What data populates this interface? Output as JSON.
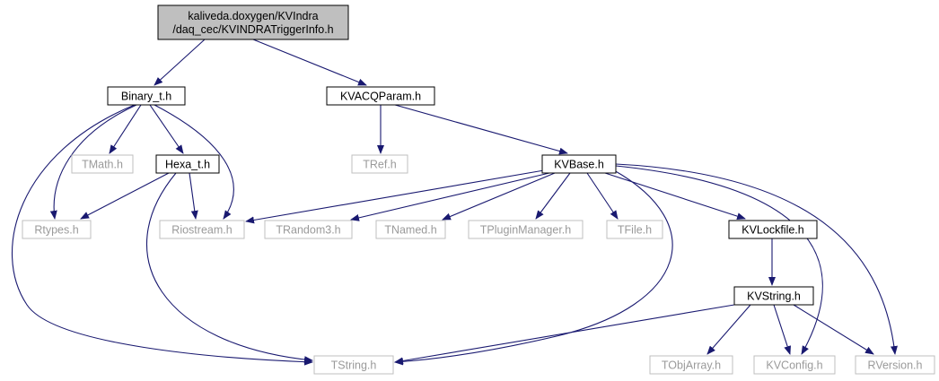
{
  "diagram": {
    "type": "include-dependency-graph",
    "colors": {
      "edge": "#191970",
      "root_fill": "#bfbfbf",
      "node_border": "#000000",
      "missing_border": "#bfbfbf",
      "missing_text": "#9a9a9a",
      "background": "#ffffff"
    },
    "nodes": [
      {
        "id": "root",
        "lines": [
          "kaliveda.doxygen/KVIndra",
          "/daq_cec/KVINDRATriggerInfo.h"
        ],
        "style": "root"
      },
      {
        "id": "binary",
        "lines": [
          "Binary_t.h"
        ],
        "style": "normal"
      },
      {
        "id": "kvacq",
        "lines": [
          "KVACQParam.h"
        ],
        "style": "normal"
      },
      {
        "id": "tmath",
        "lines": [
          "TMath.h"
        ],
        "style": "missing"
      },
      {
        "id": "hexa",
        "lines": [
          "Hexa_t.h"
        ],
        "style": "normal"
      },
      {
        "id": "tref",
        "lines": [
          "TRef.h"
        ],
        "style": "missing"
      },
      {
        "id": "kvbase",
        "lines": [
          "KVBase.h"
        ],
        "style": "normal"
      },
      {
        "id": "rtypes",
        "lines": [
          "Rtypes.h"
        ],
        "style": "missing"
      },
      {
        "id": "riostream",
        "lines": [
          "Riostream.h"
        ],
        "style": "missing"
      },
      {
        "id": "trandom3",
        "lines": [
          "TRandom3.h"
        ],
        "style": "missing"
      },
      {
        "id": "tnamed",
        "lines": [
          "TNamed.h"
        ],
        "style": "missing"
      },
      {
        "id": "tplugin",
        "lines": [
          "TPluginManager.h"
        ],
        "style": "missing"
      },
      {
        "id": "tfile",
        "lines": [
          "TFile.h"
        ],
        "style": "missing"
      },
      {
        "id": "kvlock",
        "lines": [
          "KVLockfile.h"
        ],
        "style": "normal"
      },
      {
        "id": "kvstring",
        "lines": [
          "KVString.h"
        ],
        "style": "normal"
      },
      {
        "id": "tstring",
        "lines": [
          "TString.h"
        ],
        "style": "missing"
      },
      {
        "id": "tobjarray",
        "lines": [
          "TObjArray.h"
        ],
        "style": "missing"
      },
      {
        "id": "kvconfig",
        "lines": [
          "KVConfig.h"
        ],
        "style": "missing"
      },
      {
        "id": "rversion",
        "lines": [
          "RVersion.h"
        ],
        "style": "missing"
      }
    ],
    "edges": [
      [
        "root",
        "binary"
      ],
      [
        "root",
        "kvacq"
      ],
      [
        "binary",
        "tstring"
      ],
      [
        "binary",
        "rtypes"
      ],
      [
        "binary",
        "tmath"
      ],
      [
        "binary",
        "hexa"
      ],
      [
        "binary",
        "riostream"
      ],
      [
        "hexa",
        "rtypes"
      ],
      [
        "hexa",
        "riostream"
      ],
      [
        "hexa",
        "tstring"
      ],
      [
        "kvacq",
        "tref"
      ],
      [
        "kvacq",
        "kvbase"
      ],
      [
        "kvbase",
        "riostream"
      ],
      [
        "kvbase",
        "trandom3"
      ],
      [
        "kvbase",
        "tnamed"
      ],
      [
        "kvbase",
        "tplugin"
      ],
      [
        "kvbase",
        "tfile"
      ],
      [
        "kvbase",
        "kvlock"
      ],
      [
        "kvbase",
        "tstring"
      ],
      [
        "kvbase",
        "kvconfig"
      ],
      [
        "kvbase",
        "rversion"
      ],
      [
        "kvlock",
        "kvstring"
      ],
      [
        "kvstring",
        "tstring"
      ],
      [
        "kvstring",
        "tobjarray"
      ],
      [
        "kvstring",
        "kvconfig"
      ],
      [
        "kvstring",
        "rversion"
      ]
    ]
  }
}
